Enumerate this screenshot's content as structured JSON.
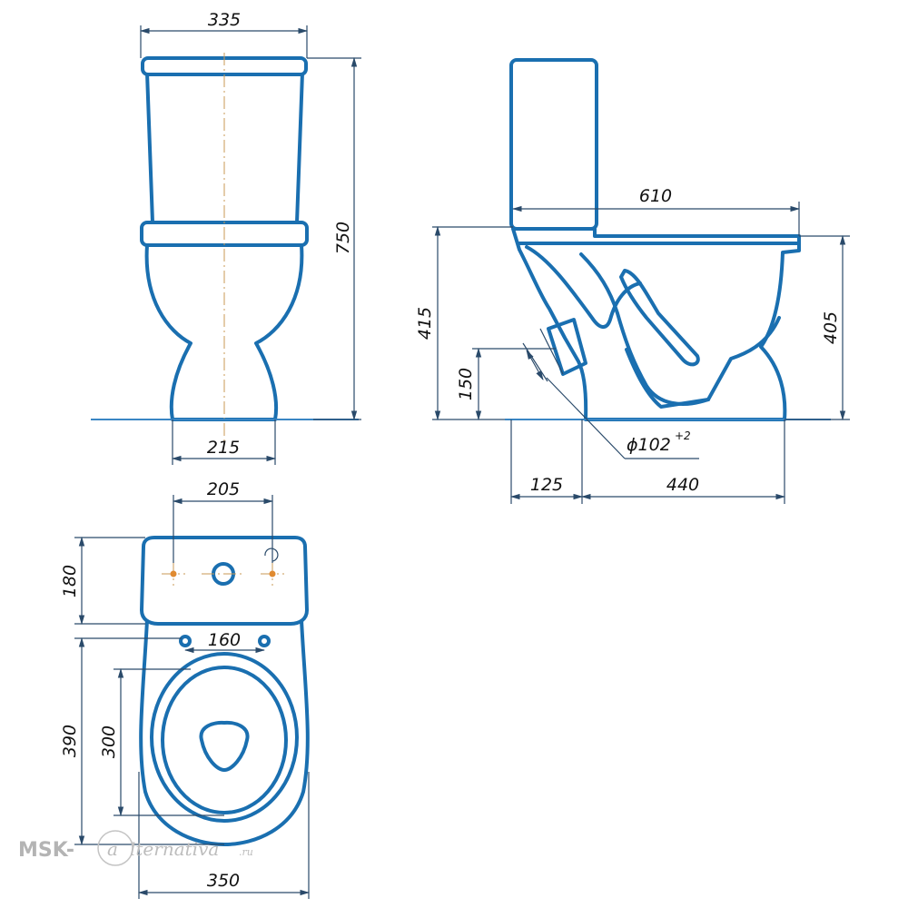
{
  "dimensions": {
    "front_width": "335",
    "front_height": "750",
    "front_base_width": "215",
    "side_overall_length": "610",
    "side_bowl_height": "415",
    "side_rim_height": "405",
    "outlet_height": "150",
    "outlet_diameter": "ϕ102",
    "outlet_tolerance": "+2",
    "outlet_offset": "125",
    "base_length": "440",
    "top_tank_hole_spacing": "205",
    "top_tank_depth": "180",
    "top_mounting_spacing": "160",
    "top_bowl_length": "390",
    "top_opening_length": "300",
    "top_width": "350"
  },
  "watermark": {
    "brand_left": "MSK-",
    "brand_mark": "a",
    "brand_right": "lternativa",
    "domain": ".ru"
  },
  "colors": {
    "outline": "#1a6fb0",
    "dimension_line": "#2a4a6a",
    "center_line": "#c89a55"
  }
}
